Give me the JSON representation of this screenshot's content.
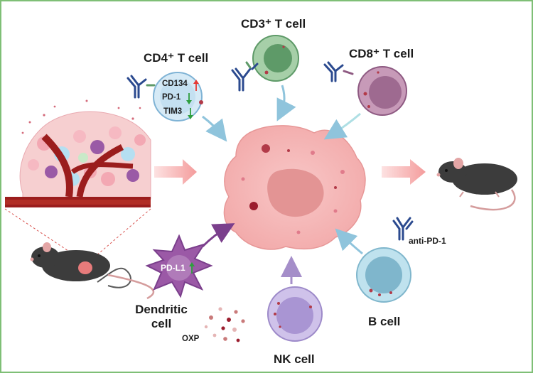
{
  "labels": {
    "cd3": "CD3⁺ T cell",
    "cd4": "CD4⁺ T cell",
    "cd8": "CD8⁺ T cell",
    "b_cell": "B cell",
    "nk_cell": "NK cell",
    "dendritic": "Dendritic cell",
    "anti_pd1": "anti-PD-1",
    "oxp": "OXP"
  },
  "cd4_markers": [
    {
      "name": "CD134",
      "trend": "up"
    },
    {
      "name": "PD-1",
      "trend": "down"
    },
    {
      "name": "TIM3",
      "trend": "down"
    }
  ],
  "dc_marker": {
    "name": "PD-L1",
    "trend": "up"
  },
  "colors": {
    "border": "#7fbf76",
    "tumor_cell": "#f4b6b6",
    "tumor_nucleus": "#e39494",
    "cd3_cell": "#7fb088",
    "cd4_cell": "#cfe6f4",
    "cd8_cell": "#b98aa9",
    "b_cell": "#a9d3e3",
    "nk_cell": "#c7b9e6",
    "dendritic": "#9b59a6",
    "arrow_blue": "#8fc4dc",
    "arrow_purple": "#7b3f8c",
    "arrow_pink": "#f6b3b3",
    "antibody": "#2b4a8f",
    "up_arrow": "#e53935",
    "down_arrow": "#2e9e3e"
  }
}
